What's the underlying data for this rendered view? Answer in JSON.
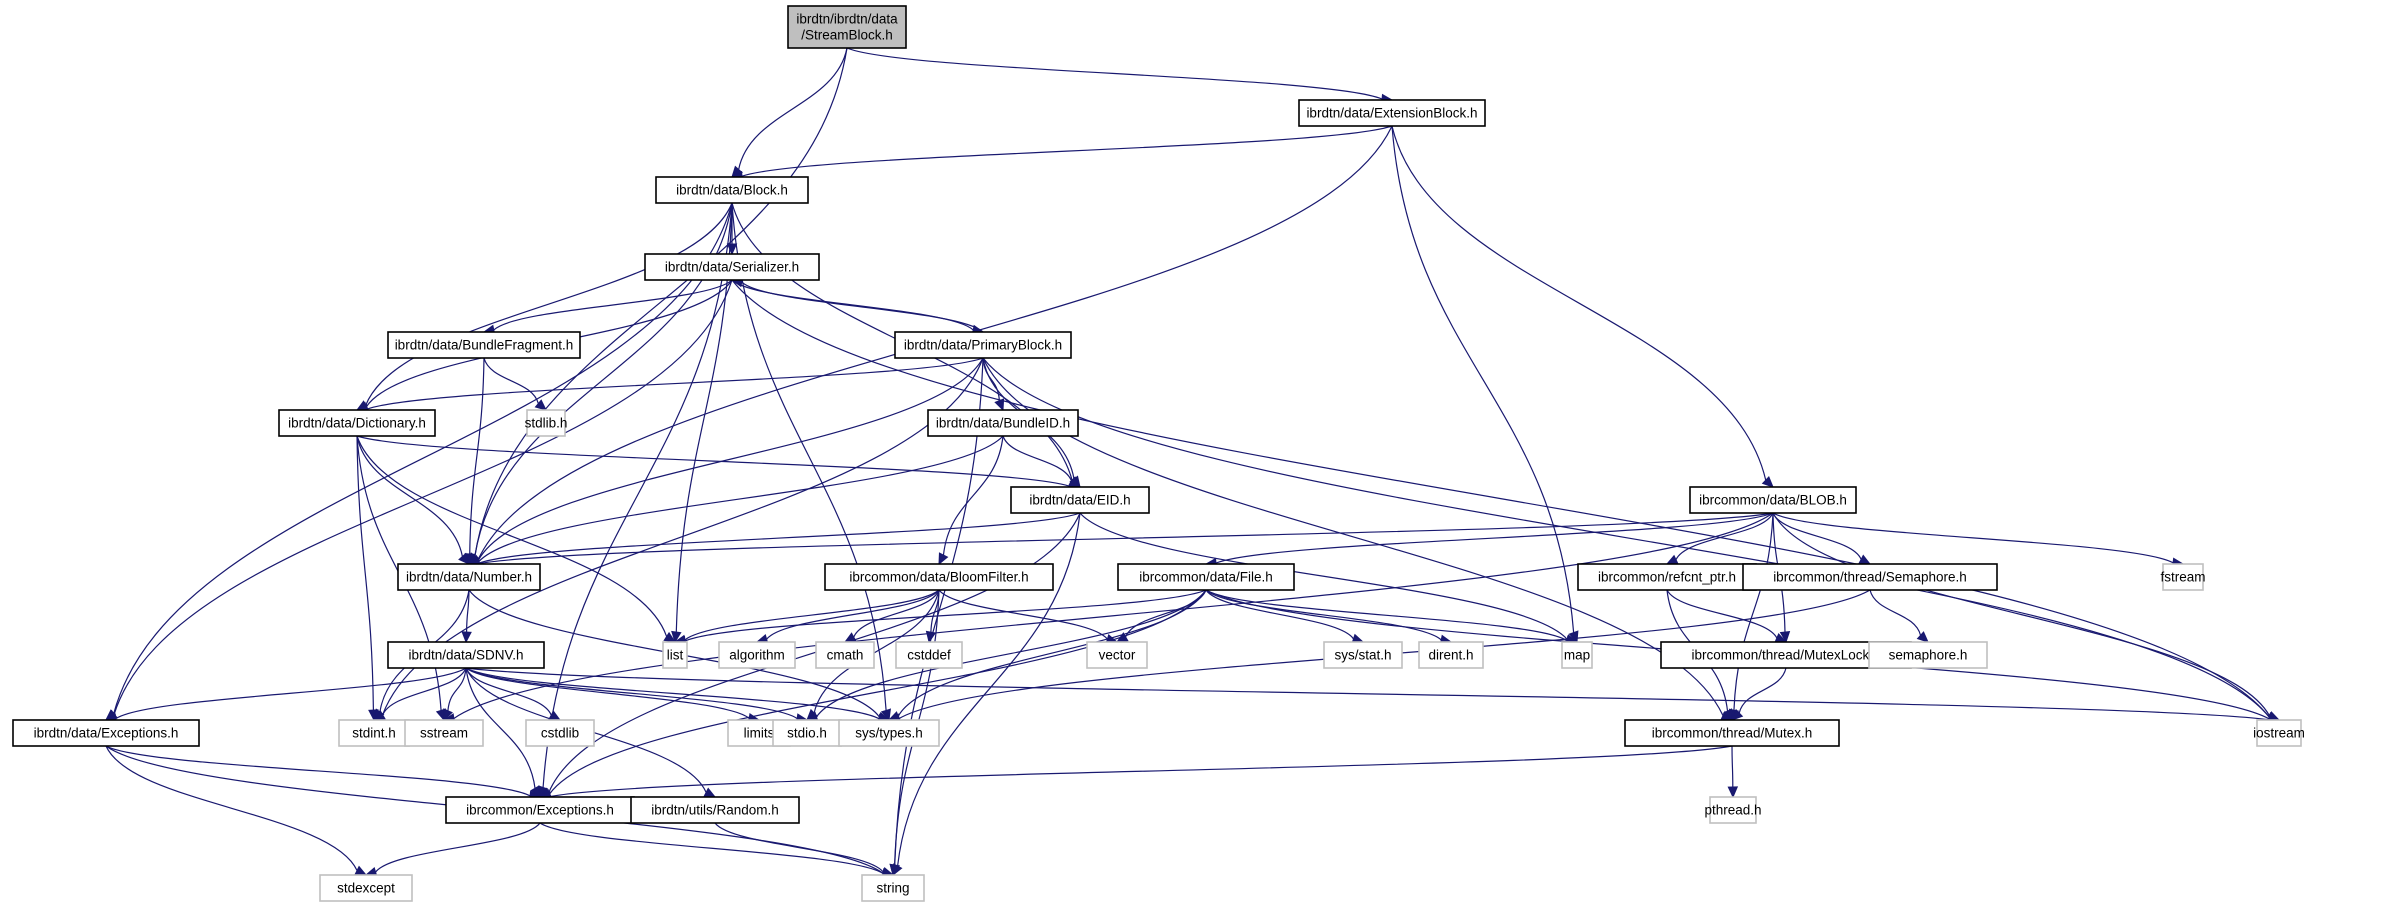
{
  "title": "Include dependency graph for ibrdtn/ibrdtn/data/StreamBlock.h",
  "colors": {
    "edge": "#191970",
    "root_fill": "#bfbfbf",
    "local_border": "#000000",
    "system_border": "#bfbfbf"
  },
  "nodes": [
    {
      "id": "streamblock",
      "label": [
        "ibrdtn/ibrdtn/data",
        "/StreamBlock.h"
      ],
      "kind": "root"
    },
    {
      "id": "extensionblock",
      "label": [
        "ibrdtn/data/ExtensionBlock.h"
      ],
      "kind": "local"
    },
    {
      "id": "block",
      "label": [
        "ibrdtn/data/Block.h"
      ],
      "kind": "local"
    },
    {
      "id": "serializer",
      "label": [
        "ibrdtn/data/Serializer.h"
      ],
      "kind": "local"
    },
    {
      "id": "bundlefragment",
      "label": [
        "ibrdtn/data/BundleFragment.h"
      ],
      "kind": "local"
    },
    {
      "id": "primaryblock",
      "label": [
        "ibrdtn/data/PrimaryBlock.h"
      ],
      "kind": "local"
    },
    {
      "id": "dictionary",
      "label": [
        "ibrdtn/data/Dictionary.h"
      ],
      "kind": "local"
    },
    {
      "id": "stdlib",
      "label": [
        "stdlib.h"
      ],
      "kind": "system"
    },
    {
      "id": "bundleid",
      "label": [
        "ibrdtn/data/BundleID.h"
      ],
      "kind": "local"
    },
    {
      "id": "eid",
      "label": [
        "ibrdtn/data/EID.h"
      ],
      "kind": "local"
    },
    {
      "id": "blob",
      "label": [
        "ibrcommon/data/BLOB.h"
      ],
      "kind": "local"
    },
    {
      "id": "number",
      "label": [
        "ibrdtn/data/Number.h"
      ],
      "kind": "local"
    },
    {
      "id": "bloomfilter",
      "label": [
        "ibrcommon/data/BloomFilter.h"
      ],
      "kind": "local"
    },
    {
      "id": "file",
      "label": [
        "ibrcommon/data/File.h"
      ],
      "kind": "local"
    },
    {
      "id": "refcnt",
      "label": [
        "ibrcommon/refcnt_ptr.h"
      ],
      "kind": "local"
    },
    {
      "id": "semaphore",
      "label": [
        "ibrcommon/thread/Semaphore.h"
      ],
      "kind": "local"
    },
    {
      "id": "fstream",
      "label": [
        "fstream"
      ],
      "kind": "system"
    },
    {
      "id": "sdnv",
      "label": [
        "ibrdtn/data/SDNV.h"
      ],
      "kind": "local"
    },
    {
      "id": "list",
      "label": [
        "list"
      ],
      "kind": "system"
    },
    {
      "id": "algorithm",
      "label": [
        "algorithm"
      ],
      "kind": "system"
    },
    {
      "id": "cmath",
      "label": [
        "cmath"
      ],
      "kind": "system"
    },
    {
      "id": "cstddef",
      "label": [
        "cstddef"
      ],
      "kind": "system"
    },
    {
      "id": "vector",
      "label": [
        "vector"
      ],
      "kind": "system"
    },
    {
      "id": "sysstat",
      "label": [
        "sys/stat.h"
      ],
      "kind": "system"
    },
    {
      "id": "dirent",
      "label": [
        "dirent.h"
      ],
      "kind": "system"
    },
    {
      "id": "map",
      "label": [
        "map"
      ],
      "kind": "system"
    },
    {
      "id": "mutexlock",
      "label": [
        "ibrcommon/thread/MutexLock.h"
      ],
      "kind": "local"
    },
    {
      "id": "semaphoreh",
      "label": [
        "semaphore.h"
      ],
      "kind": "system"
    },
    {
      "id": "dataexceptions",
      "label": [
        "ibrdtn/data/Exceptions.h"
      ],
      "kind": "local"
    },
    {
      "id": "stdint",
      "label": [
        "stdint.h"
      ],
      "kind": "system"
    },
    {
      "id": "sstream",
      "label": [
        "sstream"
      ],
      "kind": "system"
    },
    {
      "id": "cstdlib",
      "label": [
        "cstdlib"
      ],
      "kind": "system"
    },
    {
      "id": "limits",
      "label": [
        "limits"
      ],
      "kind": "system"
    },
    {
      "id": "stdio",
      "label": [
        "stdio.h"
      ],
      "kind": "system"
    },
    {
      "id": "systypes",
      "label": [
        "sys/types.h"
      ],
      "kind": "system"
    },
    {
      "id": "mutex",
      "label": [
        "ibrcommon/thread/Mutex.h"
      ],
      "kind": "local"
    },
    {
      "id": "iostream",
      "label": [
        "iostream"
      ],
      "kind": "system"
    },
    {
      "id": "commonexceptions",
      "label": [
        "ibrcommon/Exceptions.h"
      ],
      "kind": "local"
    },
    {
      "id": "random",
      "label": [
        "ibrdtn/utils/Random.h"
      ],
      "kind": "local"
    },
    {
      "id": "pthread",
      "label": [
        "pthread.h"
      ],
      "kind": "system"
    },
    {
      "id": "stdexcept",
      "label": [
        "stdexcept"
      ],
      "kind": "system"
    },
    {
      "id": "string",
      "label": [
        "string"
      ],
      "kind": "system"
    }
  ],
  "edges": [
    [
      "streamblock",
      "block"
    ],
    [
      "streamblock",
      "number"
    ],
    [
      "streamblock",
      "extensionblock"
    ],
    [
      "extensionblock",
      "block"
    ],
    [
      "extensionblock",
      "number"
    ],
    [
      "extensionblock",
      "map"
    ],
    [
      "extensionblock",
      "blob"
    ],
    [
      "block",
      "serializer"
    ],
    [
      "block",
      "dictionary"
    ],
    [
      "block",
      "number"
    ],
    [
      "block",
      "eid"
    ],
    [
      "block",
      "list"
    ],
    [
      "block",
      "dataexceptions"
    ],
    [
      "block",
      "commonexceptions"
    ],
    [
      "block",
      "systypes"
    ],
    [
      "serializer",
      "primaryblock"
    ],
    [
      "serializer",
      "bundlefragment"
    ],
    [
      "serializer",
      "dictionary"
    ],
    [
      "serializer",
      "dataexceptions"
    ],
    [
      "serializer",
      "iostream"
    ],
    [
      "primaryblock",
      "serializer"
    ],
    [
      "primaryblock",
      "dictionary"
    ],
    [
      "primaryblock",
      "bundleid"
    ],
    [
      "primaryblock",
      "eid"
    ],
    [
      "primaryblock",
      "number"
    ],
    [
      "primaryblock",
      "stdint"
    ],
    [
      "primaryblock",
      "mutex"
    ],
    [
      "primaryblock",
      "iostream"
    ],
    [
      "primaryblock",
      "string"
    ],
    [
      "bundlefragment",
      "stdlib"
    ],
    [
      "bundlefragment",
      "number"
    ],
    [
      "dictionary",
      "number"
    ],
    [
      "dictionary",
      "eid"
    ],
    [
      "dictionary",
      "stdint"
    ],
    [
      "dictionary",
      "sstream"
    ],
    [
      "dictionary",
      "list"
    ],
    [
      "bundleid",
      "eid"
    ],
    [
      "bundleid",
      "number"
    ],
    [
      "bundleid",
      "bloomfilter"
    ],
    [
      "eid",
      "number"
    ],
    [
      "eid",
      "map"
    ],
    [
      "eid",
      "commonexceptions"
    ],
    [
      "eid",
      "string"
    ],
    [
      "blob",
      "number"
    ],
    [
      "blob",
      "file"
    ],
    [
      "blob",
      "refcnt"
    ],
    [
      "blob",
      "semaphore"
    ],
    [
      "blob",
      "mutexlock"
    ],
    [
      "blob",
      "fstream"
    ],
    [
      "blob",
      "iostream"
    ],
    [
      "blob",
      "mutex"
    ],
    [
      "blob",
      "sstream"
    ],
    [
      "number",
      "sdnv"
    ],
    [
      "number",
      "stdint"
    ],
    [
      "number",
      "systypes"
    ],
    [
      "bloomfilter",
      "list"
    ],
    [
      "bloomfilter",
      "algorithm"
    ],
    [
      "bloomfilter",
      "cmath"
    ],
    [
      "bloomfilter",
      "cstddef"
    ],
    [
      "bloomfilter",
      "vector"
    ],
    [
      "bloomfilter",
      "string"
    ],
    [
      "bloomfilter",
      "stdio"
    ],
    [
      "file",
      "list"
    ],
    [
      "file",
      "vector"
    ],
    [
      "file",
      "sysstat"
    ],
    [
      "file",
      "dirent"
    ],
    [
      "file",
      "map"
    ],
    [
      "file",
      "stdio"
    ],
    [
      "file",
      "systypes"
    ],
    [
      "file",
      "commonexceptions"
    ],
    [
      "file",
      "iostream"
    ],
    [
      "refcnt",
      "mutexlock"
    ],
    [
      "refcnt",
      "mutex"
    ],
    [
      "semaphore",
      "semaphoreh"
    ],
    [
      "semaphore",
      "systypes"
    ],
    [
      "mutexlock",
      "mutex"
    ],
    [
      "sdnv",
      "dataexceptions"
    ],
    [
      "sdnv",
      "stdint"
    ],
    [
      "sdnv",
      "sstream"
    ],
    [
      "sdnv",
      "cstdlib"
    ],
    [
      "sdnv",
      "limits"
    ],
    [
      "sdnv",
      "stdio"
    ],
    [
      "sdnv",
      "systypes"
    ],
    [
      "sdnv",
      "commonexceptions"
    ],
    [
      "sdnv",
      "random"
    ],
    [
      "sdnv",
      "iostream"
    ],
    [
      "dataexceptions",
      "commonexceptions"
    ],
    [
      "dataexceptions",
      "stdexcept"
    ],
    [
      "dataexceptions",
      "string"
    ],
    [
      "mutex",
      "commonexceptions"
    ],
    [
      "mutex",
      "pthread"
    ],
    [
      "commonexceptions",
      "stdexcept"
    ],
    [
      "commonexceptions",
      "string"
    ],
    [
      "random",
      "string"
    ]
  ]
}
